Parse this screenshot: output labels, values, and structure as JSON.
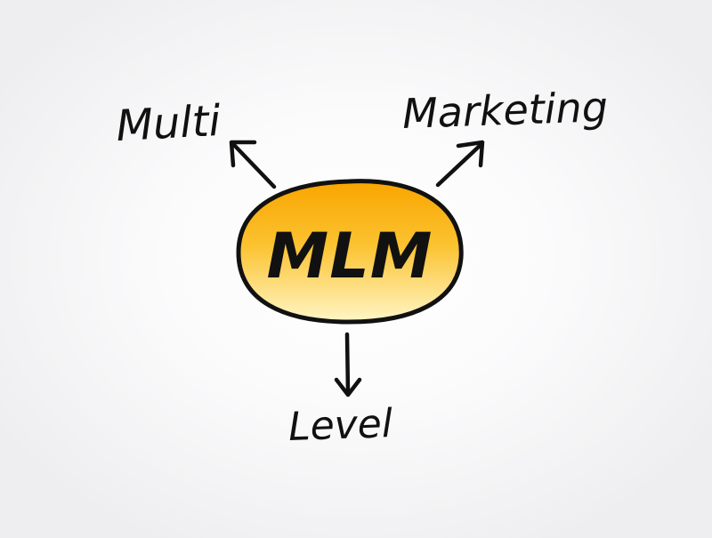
{
  "diagram": {
    "center": {
      "label": "MLM"
    },
    "branches": [
      {
        "label": "Multi"
      },
      {
        "label": "Marketing"
      },
      {
        "label": "Level"
      }
    ]
  },
  "colors": {
    "bubble_top": "#f9a500",
    "bubble_bottom": "#fff6c7",
    "outline": "#111111",
    "text": "#111111"
  }
}
